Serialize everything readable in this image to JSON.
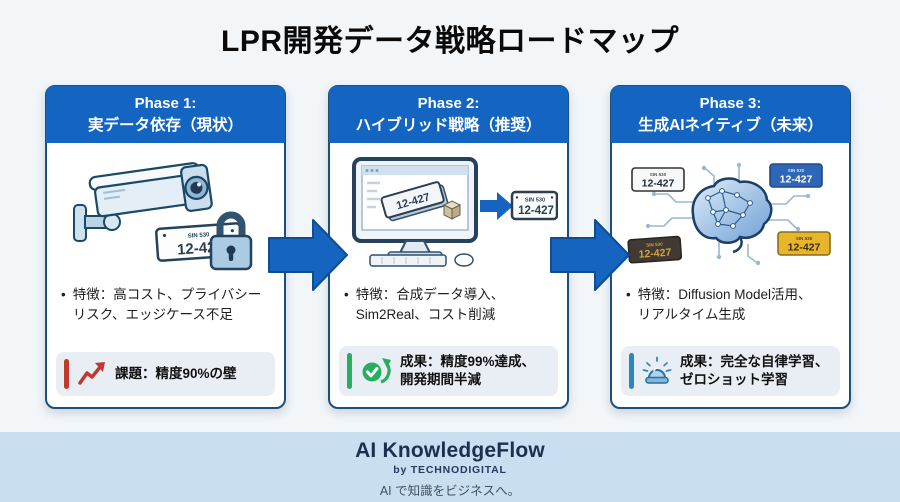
{
  "title": "LPR開発データ戦略ロードマップ",
  "bullet": "•",
  "colors": {
    "header_blue": "#1465c1",
    "arrow_blue": "#1565c0",
    "phase1_accent": "#c0392b",
    "phase2_accent": "#27ae60",
    "phase3_accent": "#2e86c1",
    "footer_bg": "#c9def0",
    "card_border": "#1c507c"
  },
  "plate": {
    "number": "12-427",
    "region": "SIN 530"
  },
  "phases": [
    {
      "header_line1": "Phase 1:",
      "header_line2": "実データ依存（現状）",
      "illustration": "security-camera-with-license-plate-and-padlock",
      "feature": "特徴：高コスト、プライバシー\nリスク、エッジケース不足",
      "highlight_icon": "trending-up-icon",
      "highlight": "課題：精度90%の壁"
    },
    {
      "header_line1": "Phase 2:",
      "header_line2": "ハイブリッド戦略（推奨）",
      "illustration": "computer-generating-synthetic-license-plate",
      "feature": "特徴：合成データ導入、\nSim2Real、コスト削減",
      "highlight_icon": "check-circle-icon",
      "highlight": "成果：精度99%達成、\n開発期間半減"
    },
    {
      "header_line1": "Phase 3:",
      "header_line2": "生成AIネイティブ（未来）",
      "illustration": "ai-brain-generating-license-plates",
      "feature": "特徴：Diffusion Model活用、\nリアルタイム生成",
      "highlight_icon": "siren-icon",
      "highlight": "成果：完全な自律学習、\nゼロショット学習"
    }
  ],
  "footer": {
    "brand": "AI KnowledgeFlow",
    "byline": "by TECHNODIGITAL",
    "tagline": "AI で知識をビジネスへ。"
  }
}
